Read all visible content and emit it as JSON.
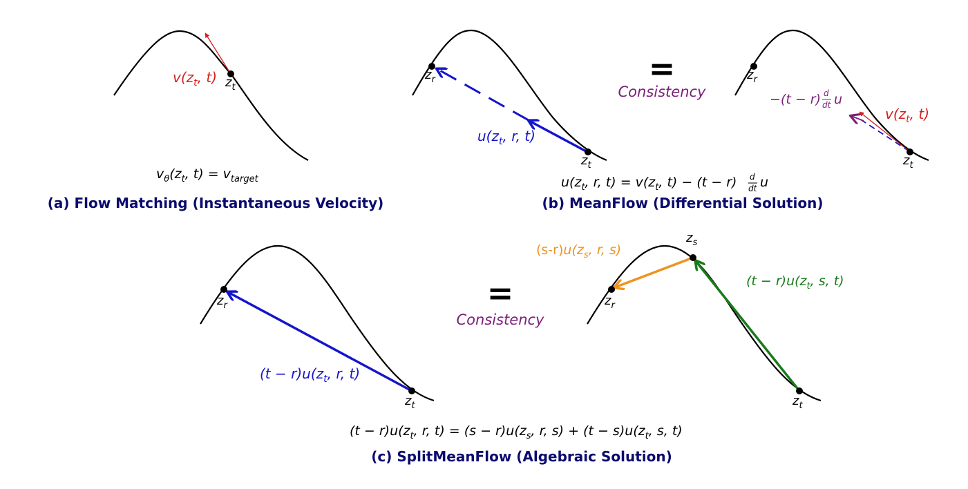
{
  "colors": {
    "caption": "#0b0b6e",
    "instant_velocity": "#d62020",
    "mean_velocity": "#1515cc",
    "consistency": "#7b1f7b",
    "segment_sr": "#f0921e",
    "segment_ts": "#1a7a1a",
    "curve": "#000000"
  },
  "panel_a": {
    "caption": "(a) Flow Matching (Instantaneous Velocity)",
    "point_zt": "z_t",
    "velocity_label": "v(z_t, t)",
    "equation": "v_θ(z_t, t) = v_target"
  },
  "panel_b": {
    "caption": "(b) MeanFlow (Differential Solution)",
    "left": {
      "point_zr": "z_r",
      "point_zt": "z_t",
      "mean_label": "u(z_t, r, t)"
    },
    "equals": "=",
    "consistency": "Consistency",
    "right": {
      "point_zr": "z_r",
      "point_zt": "z_t",
      "velocity_label": "v(z_t, t)",
      "correction_label": "−(t − r) d/dt u"
    },
    "equation": "u(z_t, r, t) = v(z_t, t) − (t − r) d/dt u"
  },
  "panel_c": {
    "caption": "(c) SplitMeanFlow (Algebraic Solution)",
    "left": {
      "point_zr": "z_r",
      "point_zt": "z_t",
      "mean_label": "(t − r)u(z_t, r, t)"
    },
    "equals": "=",
    "consistency": "Consistency",
    "right": {
      "point_zr": "z_r",
      "point_zs": "z_s",
      "point_zt": "z_t",
      "sr_label": "(s-r)u(z_s, r, s)",
      "ts_label": "(t − r)u(z_t, s, t)"
    },
    "equation": "(t − r)u(z_t, r, t) = (s − r)u(z_s, r, s) + (t − s)u(z_t, s, t)"
  }
}
